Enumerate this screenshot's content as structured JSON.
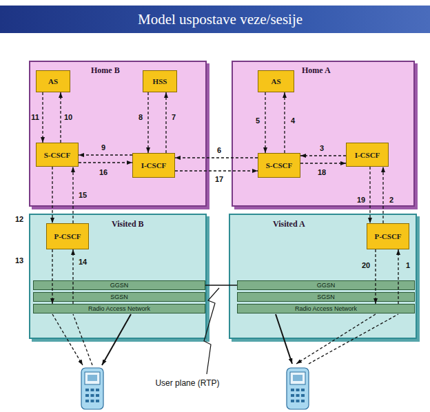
{
  "diagram": {
    "title": "Model uspostave veze/sesije",
    "nodes": [
      {
        "text": [
          "Home B"
        ]
      },
      {
        "text": [
          "AS"
        ],
        "in": 0
      },
      {
        "text": [
          "HSS"
        ],
        "in": 0
      },
      {
        "text": [
          "S-CSCF"
        ],
        "in": 0
      },
      {
        "text": [
          "I-CSCF"
        ],
        "in": 0
      },
      {
        "text": [
          "Home A"
        ]
      },
      {
        "text": [
          "AS"
        ],
        "in": 5
      },
      {
        "text": [
          "S-CSCF"
        ],
        "in": 5
      },
      {
        "text": [
          "I-CSCF"
        ],
        "in": 5
      },
      {
        "text": [
          "Visited B"
        ]
      },
      {
        "text": [
          "P-CSCF"
        ],
        "in": 9
      },
      {
        "text": [
          "GGSN"
        ],
        "in": 9
      },
      {
        "text": [
          "SGSN"
        ],
        "in": 9
      },
      {
        "text": [
          "Radio Access Network"
        ],
        "in": 9
      },
      {
        "text": [
          "Visited A"
        ]
      },
      {
        "text": [
          "P-CSCF"
        ],
        "in": 14
      },
      {
        "text": [
          "GGSN"
        ],
        "in": 14
      },
      {
        "text": [
          "SGSN"
        ],
        "in": 14
      },
      {
        "text": [
          "Radio Access Network"
        ],
        "in": 14
      }
    ],
    "edges": [
      {
        "from": 18,
        "to": 15,
        "arrow": "to",
        "label": "1"
      },
      {
        "from": 15,
        "to": 8,
        "arrow": "to",
        "label": "2"
      },
      {
        "from": 8,
        "to": 7,
        "arrow": "to",
        "label": "3"
      },
      {
        "from": 7,
        "to": 6,
        "arrow": "to",
        "label": "4"
      },
      {
        "from": 6,
        "to": 7,
        "arrow": "to",
        "label": "5"
      },
      {
        "from": 7,
        "to": 4,
        "arrow": "to",
        "label": "6"
      },
      {
        "from": 4,
        "to": 2,
        "arrow": "to",
        "label": "7"
      },
      {
        "from": 2,
        "to": 4,
        "arrow": "to",
        "label": "8"
      },
      {
        "from": 4,
        "to": 3,
        "arrow": "to",
        "label": "9"
      },
      {
        "from": 3,
        "to": 1,
        "arrow": "to",
        "label": "10"
      },
      {
        "from": 1,
        "to": 3,
        "arrow": "to",
        "label": "11"
      },
      {
        "from": 3,
        "to": 10,
        "arrow": "to",
        "label": "12"
      },
      {
        "from": 10,
        "to": 13,
        "arrow": "to",
        "label": "13"
      },
      {
        "from": 13,
        "to": 10,
        "arrow": "to",
        "label": "14"
      },
      {
        "from": 10,
        "to": 3,
        "arrow": "to",
        "label": "15"
      },
      {
        "from": 3,
        "to": 4,
        "arrow": "to",
        "label": "16"
      },
      {
        "from": 4,
        "to": 7,
        "arrow": "to",
        "label": "17"
      },
      {
        "from": 7,
        "to": 8,
        "arrow": "to",
        "label": "18"
      },
      {
        "from": 8,
        "to": 15,
        "arrow": "to",
        "label": "19"
      },
      {
        "from": 15,
        "to": 18,
        "arrow": "to",
        "label": "20"
      },
      {
        "from": 11,
        "to": 16,
        "arrow": "none"
      }
    ],
    "labels": [
      "User plane (RTP)"
    ]
  }
}
